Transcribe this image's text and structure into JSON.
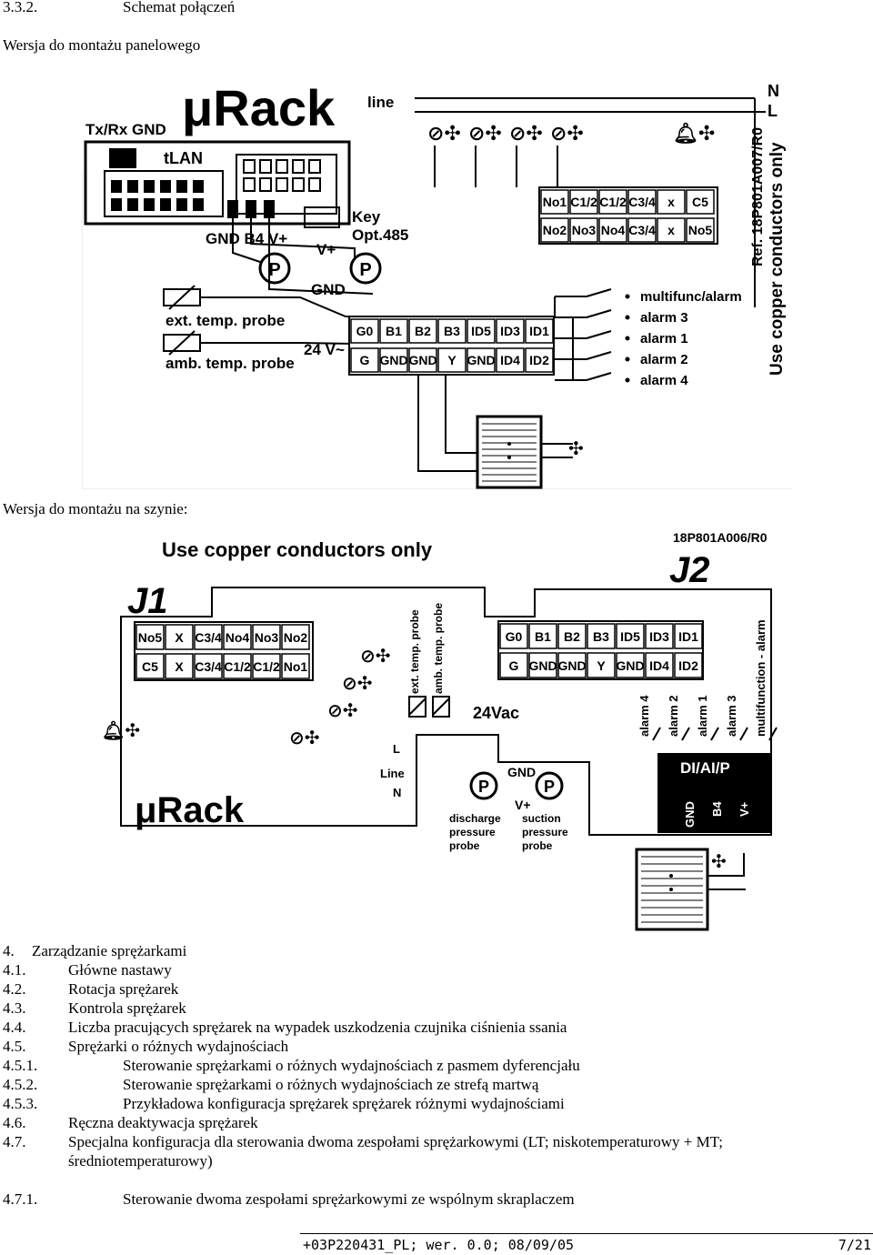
{
  "section": {
    "number": "3.3.2.",
    "title": "Schemat połączeń"
  },
  "panel_caption": "Wersja do montażu panelowego",
  "rail_caption": "Wersja do montażu na szynie:",
  "diagram1": {
    "brand": "μRack",
    "tx_rx_gnd": "Tx/Rx GND",
    "tlan": "tLAN",
    "probe_pins": "GND B4 V+",
    "key": "Key",
    "opt": "Opt.485",
    "vplus": "V+",
    "gnd": "GND",
    "line": "line",
    "n": "N",
    "l": "L",
    "ref": "Ref. 18P801A007/R0",
    "copper": "Use copper conductors only",
    "ext_probe": "ext. temp. probe",
    "amb_probe": "amb. temp. probe",
    "supply": "24 V~",
    "relay_top": [
      "No1",
      "C1/2",
      "C1/2",
      "C3/4",
      "x",
      "C5"
    ],
    "relay_bottom": [
      "No2",
      "No3",
      "No4",
      "C3/4",
      "x",
      "No5"
    ],
    "io_top": [
      "G0",
      "B1",
      "B2",
      "B3",
      "ID5",
      "ID3",
      "ID1"
    ],
    "io_bottom": [
      "G",
      "GND",
      "GND",
      "Y",
      "GND",
      "ID4",
      "ID2"
    ],
    "alarms": [
      "multifunc/alarm",
      "alarm 3",
      "alarm 1",
      "alarm 2",
      "alarm 4"
    ],
    "p": "P"
  },
  "diagram2": {
    "copper": "Use copper conductors only",
    "ref": "18P801A006/R0",
    "j1": "J1",
    "j2": "J2",
    "brand": "μRack",
    "relay_top": [
      "No5",
      "X",
      "C3/4",
      "No4",
      "No3",
      "No2"
    ],
    "relay_bottom": [
      "C5",
      "X",
      "C3/4",
      "C1/2",
      "C1/2",
      "No1"
    ],
    "io_top": [
      "G0",
      "B1",
      "B2",
      "B3",
      "ID5",
      "ID3",
      "ID1"
    ],
    "io_bottom": [
      "G",
      "GND",
      "GND",
      "Y",
      "GND",
      "ID4",
      "ID2"
    ],
    "ext_probe": "ext. temp. probe",
    "amb_probe": "amb. temp. probe",
    "supply": "24Vac",
    "alarms": [
      "alarm 4",
      "alarm 2",
      "alarm 1",
      "alarm 3",
      "multifunction - alarm"
    ],
    "l": "L",
    "line": "Line",
    "n": "N",
    "gnd": "GND",
    "vplus": "V+",
    "discharge": [
      "discharge",
      "pressure",
      "probe"
    ],
    "suction": [
      "suction",
      "pressure",
      "probe"
    ],
    "diaip": "DI/AI/P",
    "diaip_pins": [
      "GND",
      "B4",
      "V+"
    ],
    "p": "P"
  },
  "toc": [
    {
      "num": "4.",
      "title": "Zarządzanie sprężarkami"
    },
    {
      "num": "4.1.",
      "title": "Główne nastawy"
    },
    {
      "num": "4.2.",
      "title": "Rotacja sprężarek"
    },
    {
      "num": "4.3.",
      "title": "Kontrola sprężarek"
    },
    {
      "num": "4.4.",
      "title": "Liczba pracujących sprężarek na wypadek uszkodzenia czujnika ciśnienia ssania"
    },
    {
      "num": "4.5.",
      "title": "Sprężarki o różnych wydajnościach"
    },
    {
      "num": "4.5.1.",
      "title": "Sterowanie sprężarkami o różnych wydajnościach z pasmem dyferencjału"
    },
    {
      "num": "4.5.2.",
      "title": "Sterowanie sprężarkami o różnych wydajnościach ze strefą martwą"
    },
    {
      "num": "4.5.3.",
      "title": "Przykładowa konfiguracja sprężarek sprężarek różnymi wydajnościami"
    },
    {
      "num": "4.6.",
      "title": "Ręczna deaktywacja sprężarek"
    },
    {
      "num": "4.7.",
      "title": "Specjalna konfiguracja dla sterowania dwoma zespołami sprężarkowymi (LT; niskotemperaturowy + MT;"
    },
    {
      "num": "",
      "title": "średniotemperaturowy)"
    },
    {
      "num": "4.7.1.",
      "title": "Sterowanie dwoma zespołami sprężarkowymi ze wspólnym skraplaczem"
    }
  ],
  "footer": {
    "version": "+03P220431_PL; wer. 0.0; 08/09/05",
    "page": "7/21"
  }
}
